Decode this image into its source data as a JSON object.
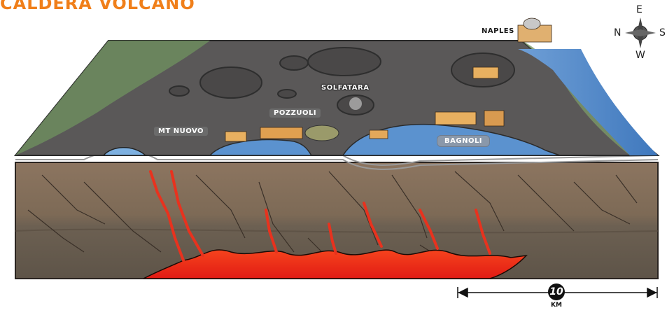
{
  "title": "CALDERA VOLCANO",
  "places": {
    "naples": "NAPLES",
    "solfatara": "SOLFATARA",
    "pozzuoli": "POZZUOLI",
    "mt_nuovo": "MT NUOVO",
    "bagnoli": "BAGNOLI"
  },
  "compass": {
    "top": "E",
    "left": "N",
    "right": "S",
    "bottom": "W"
  },
  "scale": {
    "value": "10",
    "unit": "KM"
  },
  "colors": {
    "title": "#f07f1a",
    "surface": "#5a5a5a",
    "hills": "#6c8a5e",
    "sea": "#4e86c6",
    "crust_upper": "#8a7258",
    "crust_lower": "#6f604f",
    "magma": "#e8321e"
  }
}
